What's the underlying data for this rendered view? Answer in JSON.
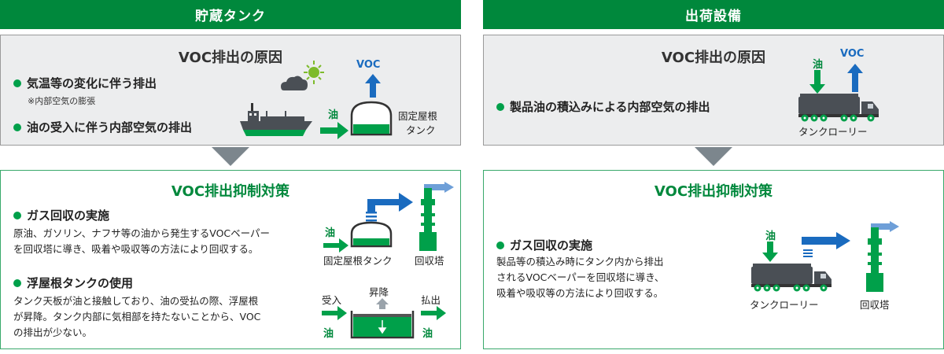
{
  "left": {
    "header": "貯蔵タンク",
    "cause": {
      "title": "VOC排出の原因",
      "bullet1": "気温等の変化に伴う排出",
      "note1": "※内部空気の膨張",
      "bullet2": "油の受入に伴う内部空気の排出",
      "oil_label": "油",
      "voc_label": "VOC",
      "tank_label_line1": "固定屋根",
      "tank_label_line2": "タンク"
    },
    "measures": {
      "title": "VOC排出抑制対策",
      "item1_title": "ガス回収の実施",
      "item1_line1": "原油、ガソリン、ナフサ等の油から発生するVOCベーパー",
      "item1_line2": "を回収塔に導き、吸着や吸収等の方法により回収する。",
      "oil_label": "油",
      "fixed_tank_label": "固定屋根タンク",
      "recovery_tower_label": "回収塔",
      "item2_title": "浮屋根タンクの使用",
      "item2_line1": "タンク天板が油と接触しており、油の受払の際、浮屋根",
      "item2_line2": "が昇降。タンク内部に気相部を持たないことから、VOC",
      "item2_line3": "の排出が少ない。",
      "receive_label": "受入",
      "receive_oil_label": "油",
      "lift_label": "昇降",
      "discharge_label": "払出",
      "discharge_oil_label": "油"
    }
  },
  "right": {
    "header": "出荷設備",
    "cause": {
      "title": "VOC排出の原因",
      "bullet1": "製品油の積込みによる内部空気の排出",
      "oil_label": "油",
      "voc_label": "VOC",
      "truck_label": "タンクローリー"
    },
    "measures": {
      "title": "VOC排出抑制対策",
      "item1_title": "ガス回収の実施",
      "item1_line1": "製品等の積込み時にタンク内から排出",
      "item1_line2": "されるVOCベーパーを回収塔に導き、",
      "item1_line3": "吸着や吸収等の方法により回収する。",
      "oil_label": "油",
      "truck_label": "タンクローリー",
      "recovery_tower_label": "回収塔"
    }
  },
  "colors": {
    "brand_green": "#00883c",
    "bullet_green": "#00a04a",
    "voc_blue": "#1a6bbf",
    "arrow_gray": "#7c868d",
    "cause_bg": "#ecedee"
  },
  "icons": [
    "cloud-sun-icon",
    "tanker-ship-icon",
    "fixed-roof-tank-icon",
    "recovery-tower-icon",
    "tank-truck-icon",
    "floating-roof-tank-icon"
  ]
}
